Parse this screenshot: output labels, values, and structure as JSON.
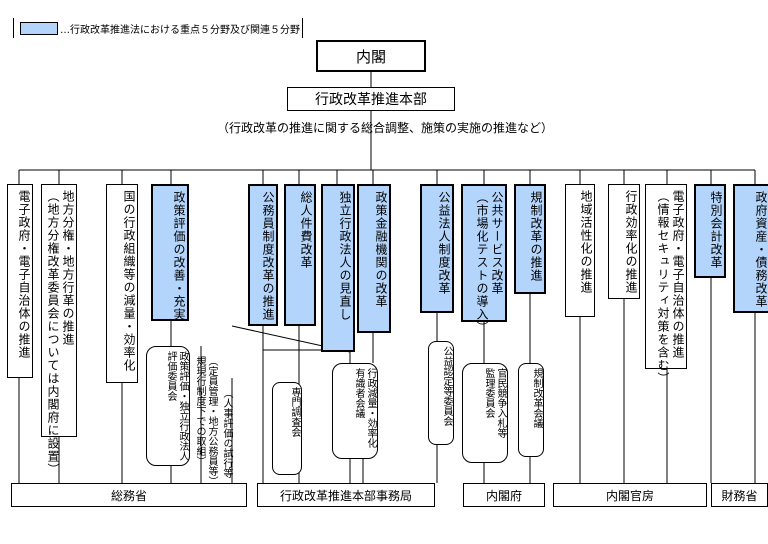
{
  "legend": {
    "text": "…行政改革推進法における重点５分野及び関連５分野"
  },
  "top": {
    "cabinet": "内閣",
    "hq": "行政改革推進本部",
    "hq_desc": "（行政改革の推進に関する総合調整、施策の実施の推進など）"
  },
  "columns": [
    {
      "label": "電子政府・電子自治体の推進",
      "highlight": false
    },
    {
      "label": "地方分権・地方行革の推進\n（地方分権改革委員会については内閣府に設置）",
      "highlight": false
    },
    {
      "label": "国の行政組織等の減量・効率化",
      "highlight": false
    },
    {
      "label": "政策評価の改善・充実",
      "highlight": true
    },
    {
      "label": "公務員制度改革の推進",
      "highlight": true
    },
    {
      "label": "総人件費改革",
      "highlight": true
    },
    {
      "label": "独立行政法人の見直し",
      "highlight": true
    },
    {
      "label": "政策金融機関の改革",
      "highlight": true
    },
    {
      "label": "公益法人制度改革",
      "highlight": true
    },
    {
      "label": "公共サービス改革\n（市場化テストの導入）",
      "highlight": true
    },
    {
      "label": "規制改革の推進",
      "highlight": true
    },
    {
      "label": "地域活性化の推進",
      "highlight": false
    },
    {
      "label": "行政効率化の推進",
      "highlight": false
    },
    {
      "label": "電子政府・電子自治体の推進\n（情報セキュリティ対策を含む）",
      "highlight": false
    },
    {
      "label": "特別会計改革",
      "highlight": true
    },
    {
      "label": "政府資産・債務改革",
      "highlight": true
    }
  ],
  "committees": {
    "seisaku": "政策評価・独立行政法人\n評価委員会",
    "teiin": "（定員管理・地方公務員等）\n規現行制度下での取組）",
    "jinji": "（人事評価の試行等",
    "senmon": "専門調査会",
    "yushiki": "行政減量・効率化\n有識者会議",
    "koueki": "公益認定等委員会",
    "kanmin": "官民競争入札等\n監理委員会",
    "kisei": "規制改革会議"
  },
  "ministries": [
    {
      "label": "総務省"
    },
    {
      "label": "行政改革推進本部事務局"
    },
    {
      "label": "内閣府"
    },
    {
      "label": "内閣官房"
    },
    {
      "label": "財務省"
    }
  ]
}
